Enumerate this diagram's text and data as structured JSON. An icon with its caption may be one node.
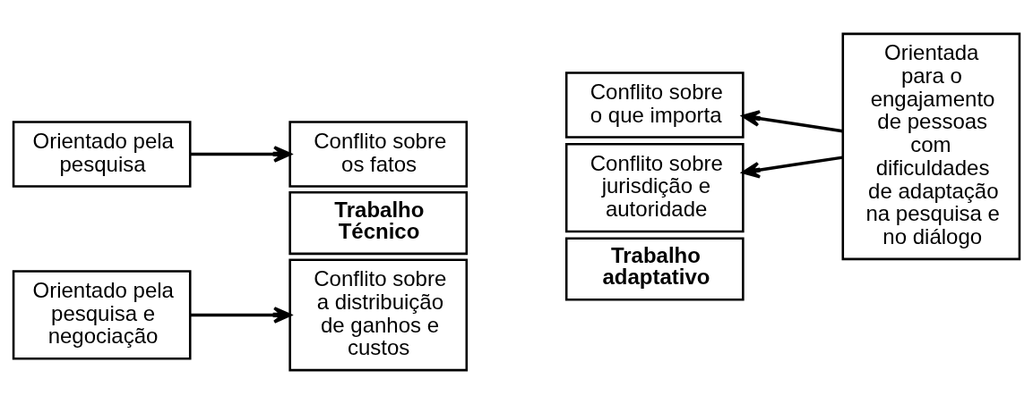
{
  "diagram": {
    "nodes": [
      {
        "text": [
          "Trabalho Técnico"
        ]
      },
      {
        "text": [
          "Trabalho adaptativo"
        ]
      },
      {
        "text": [
          "Conflito sobre os fatos"
        ]
      },
      {
        "text": [
          "Conflito sobre o que importa"
        ]
      },
      {
        "text": [
          "Conflito sobre a distribuição de ganhos e custos"
        ]
      },
      {
        "text": [
          "Conflito sobre jurisdição e autoridade"
        ]
      },
      {
        "text": [
          "Orientado pela pesquisa"
        ]
      },
      {
        "text": [
          "Orientado pela pesquisa e negociação"
        ]
      },
      {
        "text": [
          "Orientada para o engajamento de pessoas com dificuldades de adaptação na pesquisa e no diálogo"
        ]
      }
    ],
    "edges": [
      {
        "from": 6,
        "to": 2,
        "arrow": "to"
      },
      {
        "from": 7,
        "to": 4,
        "arrow": "to"
      },
      {
        "from": 8,
        "to": 3,
        "arrow": "to"
      },
      {
        "from": 8,
        "to": 5,
        "arrow": "to"
      }
    ]
  }
}
